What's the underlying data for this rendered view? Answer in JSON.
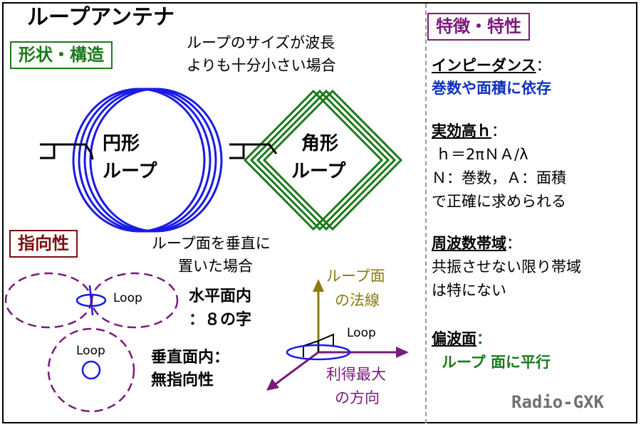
{
  "title": "ループアンテナ",
  "shape_section": {
    "header": "形状・構造",
    "note_line1": "ループのサイズが波長",
    "note_line2": "よりも十分小さい場合",
    "circular_label1": "円形",
    "circular_label2": "ループ",
    "square_label1": "角形",
    "square_label2": "ループ"
  },
  "directivity_section": {
    "header": "指向性",
    "note_line1": "ループ面を垂直に",
    "note_line2": "置いた場合",
    "loop_label_horizontal": "Loop",
    "loop_label_vertical": "Loop",
    "horizontal_line1": "水平面内",
    "horizontal_line2": "：８の字",
    "vertical_line1": "垂直面内：",
    "vertical_line2": "無指向性",
    "normal_line1": "ループ面",
    "normal_line2": "の法線",
    "axis_loop_label": "Loop",
    "gain_line1": "利得最大",
    "gain_line2": "の方向"
  },
  "features_section": {
    "header": "特徴・特性",
    "impedance_label": "インピーダンス",
    "impedance_colon": "：",
    "impedance_value": "巻数や面積に依存",
    "height_label": "実効高ｈ",
    "height_colon": "：",
    "height_formula": "ｈ＝2πＮＡ/λ",
    "height_desc1": "Ｎ：巻数，Ａ：面積",
    "height_desc2": "で正確に求められる",
    "band_label": "周波数帯域",
    "band_colon": "：",
    "band_desc1": "共振させない限り帯域",
    "band_desc2": "は特にない",
    "pol_label": "偏波面",
    "pol_colon": "：",
    "pol_value": "ループ 面に平行"
  },
  "credit": "Radio-GXK",
  "colors": {
    "loop_blue": "#1a1ae6",
    "loop_green": "#1a7a1a",
    "pattern_purple": "#7a1a7a",
    "axis_olive": "#8a7a10"
  }
}
